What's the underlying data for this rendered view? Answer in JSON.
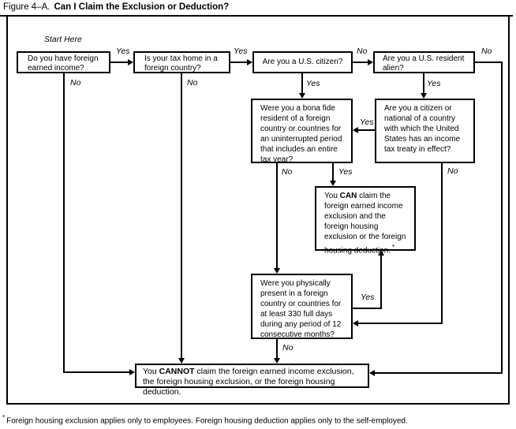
{
  "title": {
    "figure_label": "Figure 4–A.",
    "title_text": "Can I Claim the Exclusion or Deduction?"
  },
  "start_label": "Start Here",
  "boxes": {
    "q_foreign_income": "Do you have foreign earned income?",
    "q_tax_home": "Is your tax home in a foreign country?",
    "q_us_citizen": "Are you a U.S. citizen?",
    "q_resident_alien": "Are you a U.S. resident alien?",
    "q_bona_fide": "Were you a bona fide resident of a foreign country or countries for an uninterrupted period that includes an entire tax year?",
    "q_tax_treaty": "Are you a citizen or national of a country with which the United States has an income tax treaty in effect?",
    "q_physical_presence": "Were you physically present in a foreign country or countries for at least 330 full days during any period of 12 consecutive months?",
    "can_claim": {
      "pre": "You ",
      "bold": "CAN",
      "post": " claim the foreign earned income exclusion and the foreign housing exclusion or the foreign housing deduction.",
      "footnote_marker": "*"
    },
    "cannot_claim": {
      "pre": "You ",
      "bold": "CANNOT",
      "post": " claim the foreign earned income exclusion, the foreign housing exclusion, or the foreign housing deduction."
    }
  },
  "labels": {
    "yes": "Yes",
    "no": "No"
  },
  "footnote": {
    "marker": "*",
    "text": "Foreign housing exclusion applies only to employees. Foreign housing deduction applies only to the self-employed."
  },
  "colors": {
    "ink": "#000000",
    "background": "#ffffff"
  }
}
